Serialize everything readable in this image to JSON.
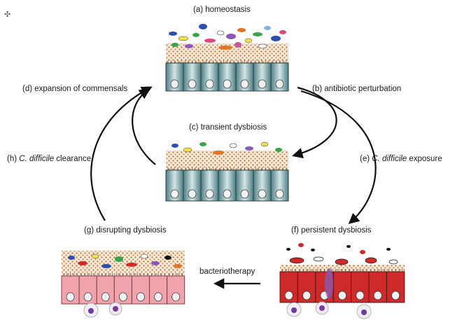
{
  "labels": {
    "a": "(a) homeostasis",
    "b": "(b) antibiotic perturbation",
    "c": "(c) transient dysbiosis",
    "d": "(d) expansion of commensals",
    "e_prefix": "(e) ",
    "e_italic": "C. difficile",
    "e_suffix": " exposure",
    "f": "(f) persistent dysbiosis",
    "g": "(g) disrupting dysbiosis",
    "h_prefix": "(h) ",
    "h_italic": "C. difficile",
    "h_suffix": " clearance",
    "bacteriotherapy": "bacteriotherapy"
  },
  "colors": {
    "healthy_cell_fill": "#5f8f93",
    "healthy_cell_light": "#c9dddd",
    "infected_cell_fill": "#cf2a2a",
    "recovering_cell_fill": "#f0a3ad",
    "mucus_dots": "#b0703a",
    "arrow": "#111111"
  },
  "icons": {
    "cursor": "crosshair-cursor-icon"
  }
}
